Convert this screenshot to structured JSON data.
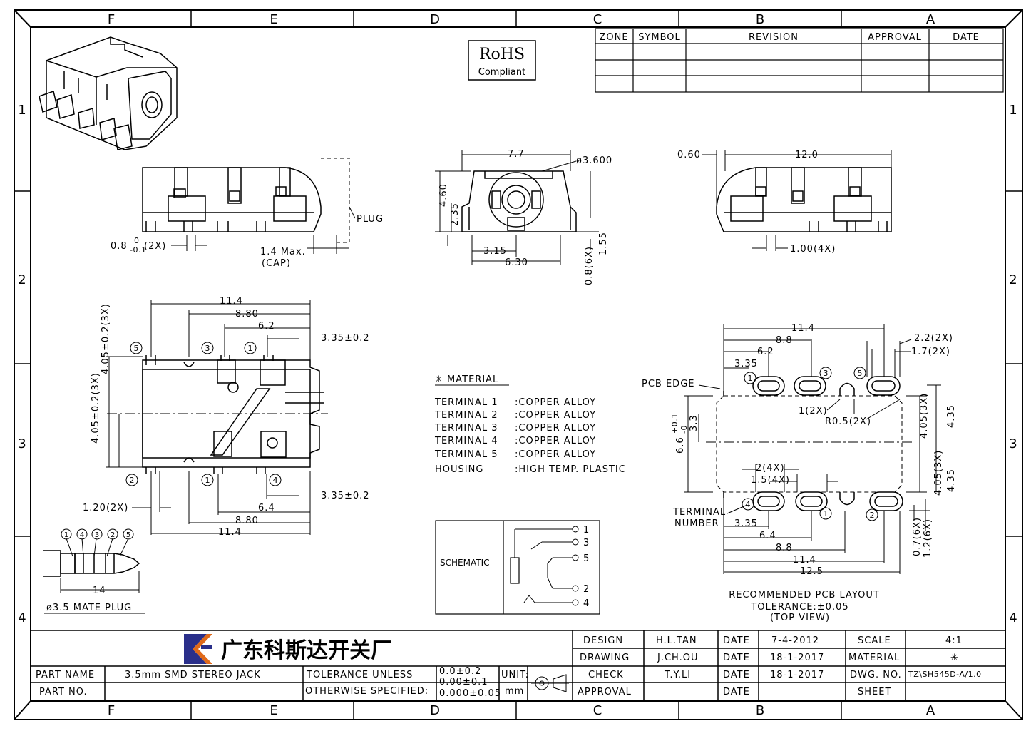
{
  "zones": {
    "top": [
      "F",
      "E",
      "D",
      "C",
      "B",
      "A"
    ],
    "side": [
      "1",
      "2",
      "3",
      "4"
    ]
  },
  "revision_table": {
    "headers": [
      "ZONE",
      "SYMBOL",
      "REVISION",
      "APPROVAL",
      "DATE"
    ]
  },
  "rohs": {
    "line1": "RoHS",
    "line2": "Compliant"
  },
  "dims": {
    "side_left": {
      "a": "0.8",
      "a_sup": "0",
      "a_sub": "-0.1",
      "a_suffix": "(2X)",
      "plug": "PLUG",
      "cap1": "1.4 Max.",
      "cap2": "(CAP)"
    },
    "front": {
      "w": "7.7",
      "dia": "ø3.600",
      "h1": "4.60",
      "h2": "2.35",
      "b1": "3.15",
      "b2": "6.30",
      "r1": "1.55",
      "r2": "0.8(6X)"
    },
    "side_right": {
      "off": "0.60",
      "w": "12.0",
      "pitch": "1.00(4X)"
    },
    "top": {
      "d1": "11.4",
      "d2": "8.80",
      "d3": "6.2",
      "d4": "3.35±0.2",
      "v1": "4.05±0.2(3X)",
      "v2": "4.05±0.2(3X)",
      "b1": "1.20(2X)",
      "b2": "6.4",
      "b3": "8.80",
      "b4": "11.4",
      "b5": "3.35±0.2"
    },
    "plug": {
      "len": "14",
      "title": "ø3.5 MATE PLUG"
    },
    "pcb": {
      "t1": "11.4",
      "t2": "8.8",
      "t3": "6.2",
      "t4": "3.35",
      "r1": "2.2(2X)",
      "r2": "1.7(2X)",
      "edge": "PCB EDGE",
      "c1": "1(2X)",
      "c2": "R0.5(2X)",
      "v1": "6.6",
      "v1_sup": "+0.1",
      "v1_sub": "-0",
      "v2": "3.3",
      "s1": "4.05(3X)",
      "s2": "4.35",
      "s3": "4.05(3X)",
      "s4": "4.35",
      "m1": "2(4X)",
      "m2": "1.5(4X)",
      "tn1": "TERMINAL",
      "tn2": "NUMBER",
      "b1": "3.35",
      "b2": "6.4",
      "b3": "8.8",
      "b4": "11.4",
      "b5": "12.5",
      "p1": "0.7(6X)",
      "p2": "1.2(6X)",
      "cap1": "RECOMMENDED PCB LAYOUT",
      "cap2": "TOLERANCE:±0.05",
      "cap3": "(TOP VIEW)"
    }
  },
  "material": {
    "title": "✳ MATERIAL",
    "rows": [
      {
        "part": "TERMINAL 1",
        "mat": ":COPPER ALLOY"
      },
      {
        "part": "TERMINAL 2",
        "mat": ":COPPER ALLOY"
      },
      {
        "part": "TERMINAL 3",
        "mat": ":COPPER ALLOY"
      },
      {
        "part": "TERMINAL 4",
        "mat": ":COPPER ALLOY"
      },
      {
        "part": "TERMINAL 5",
        "mat": ":COPPER ALLOY"
      },
      {
        "part": "HOUSING",
        "mat": ":HIGH TEMP. PLASTIC"
      }
    ]
  },
  "schematic": {
    "label": "SCHEMATIC",
    "pins": [
      "1",
      "3",
      "5",
      "2",
      "4"
    ]
  },
  "title_block": {
    "company": "广东科斯达开关厂",
    "part_name_label": "PART NAME",
    "part_name": "3.5mm SMD STEREO JACK",
    "part_no_label": "PART NO.",
    "tol1": "TOLERANCE UNLESS",
    "tol2": "OTHERWISE SPECIFIED:",
    "tv1": "0.0±0.2",
    "tv2": "0.00±0.1",
    "tv3": "0.000±0.05",
    "unit1": "UNIT:",
    "unit2": "mm",
    "design": "DESIGN",
    "drawing": "DRAWING",
    "check": "CHECK",
    "approval": "APPROVAL",
    "design_by": "H.L.TAN",
    "drawing_by": "J.CH.OU",
    "check_by": "T.Y.LI",
    "date": "DATE",
    "d1": "7-4-2012",
    "d2": "18-1-2017",
    "d3": "18-1-2017",
    "scale": "SCALE",
    "scale_v": "4:1",
    "material": "MATERIAL",
    "material_v": "✳",
    "dwg": "DWG. NO.",
    "dwg_v": "TZ\\SH545D-A/1.0",
    "sheet": "SHEET"
  }
}
